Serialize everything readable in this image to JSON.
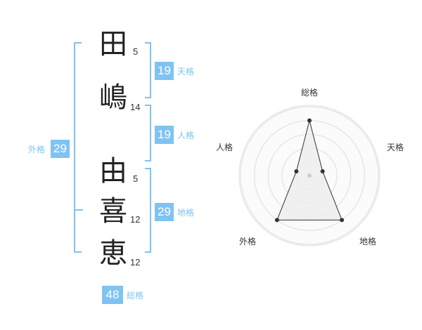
{
  "name": {
    "chars": [
      {
        "char": "田",
        "strokes": "5"
      },
      {
        "char": "嶋",
        "strokes": "14"
      },
      {
        "char": "由",
        "strokes": "5"
      },
      {
        "char": "喜",
        "strokes": "12"
      },
      {
        "char": "恵",
        "strokes": "12"
      }
    ]
  },
  "fortunes": {
    "tenkaku": {
      "value": "19",
      "label": "天格"
    },
    "jinkaku": {
      "value": "19",
      "label": "人格"
    },
    "chikaku": {
      "value": "29",
      "label": "地格"
    },
    "gaikaku": {
      "value": "29",
      "label": "外格"
    },
    "soukaku": {
      "value": "48",
      "label": "総格"
    }
  },
  "radar": {
    "axes": [
      "総格",
      "天格",
      "地格",
      "外格",
      "人格"
    ],
    "values": [
      4,
      1,
      4,
      4,
      1
    ],
    "max": 5,
    "colors": {
      "line": "#333333",
      "fill": "#eeeeee",
      "ring": "#dddddd"
    }
  },
  "colors": {
    "accent": "#7fc3f2"
  }
}
